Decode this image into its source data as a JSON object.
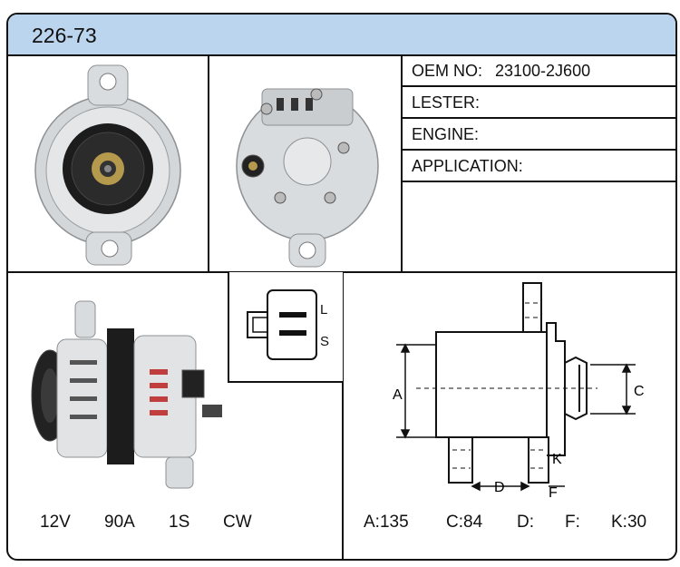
{
  "part_number": "226-73",
  "specs": {
    "oem_label": "OEM NO:",
    "oem_value": "23100-2J600",
    "lester_label": "LESTER:",
    "engine_label": "ENGINE:",
    "application_label": "APPLICATION:"
  },
  "connector": {
    "pin1": "L",
    "pin2": "S"
  },
  "drawing": {
    "dim_a": "A",
    "dim_c": "C",
    "dim_d": "D",
    "dim_f": "F",
    "dim_k": "K"
  },
  "ratings": {
    "voltage": "12V",
    "amperage": "90A",
    "pulley": "1S",
    "rotation": "CW"
  },
  "dimensions": {
    "a": "A:135",
    "c": "C:84",
    "d": "D:",
    "f": "F:",
    "k": "K:30"
  },
  "colors": {
    "header_bg": "#bcd5ee",
    "border": "#111111",
    "metal": "#d9dcde"
  }
}
